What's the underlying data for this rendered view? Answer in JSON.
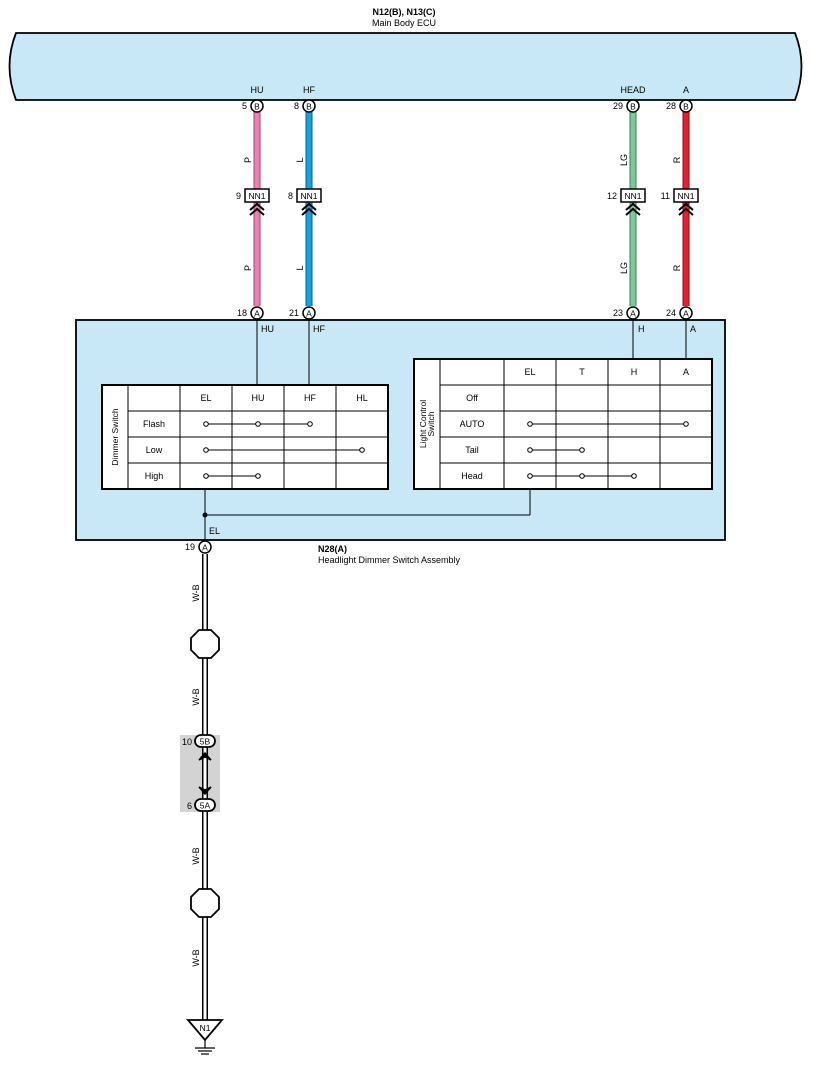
{
  "ecu": {
    "code": "N12(B), N13(C)",
    "name": "Main Body ECU",
    "pins": [
      {
        "signal": "HU",
        "num": "5",
        "conn": "B"
      },
      {
        "signal": "HF",
        "num": "8",
        "conn": "B"
      },
      {
        "signal": "HEAD",
        "num": "29",
        "conn": "B"
      },
      {
        "signal": "A",
        "num": "28",
        "conn": "B"
      }
    ]
  },
  "wires": [
    {
      "color_code": "P",
      "hex": "#f07eb0"
    },
    {
      "color_code": "L",
      "hex": "#12a3e2"
    },
    {
      "color_code": "LG",
      "hex": "#7bc89a"
    },
    {
      "color_code": "R",
      "hex": "#e5202e"
    }
  ],
  "junction": {
    "label": "NN1",
    "pins": [
      "9",
      "8",
      "12",
      "11"
    ]
  },
  "switch_assembly": {
    "code": "N28(A)",
    "name": "Headlight Dimmer Switch Assembly",
    "pins": [
      {
        "num": "18",
        "conn": "A",
        "signal": "HU"
      },
      {
        "num": "21",
        "conn": "A",
        "signal": "HF"
      },
      {
        "num": "23",
        "conn": "A",
        "signal": "H"
      },
      {
        "num": "24",
        "conn": "A",
        "signal": "A"
      }
    ],
    "ground_pin": {
      "num": "19",
      "conn": "A",
      "signal": "EL"
    },
    "background": "#c9e8f7"
  },
  "dimmer_switch": {
    "title": "Dimmer Switch",
    "columns": [
      "EL",
      "HU",
      "HF",
      "HL"
    ],
    "rows": [
      {
        "label": "Flash",
        "span": [
          0,
          2
        ],
        "dots": [
          0,
          1,
          2
        ]
      },
      {
        "label": "Low",
        "span": [
          0,
          3
        ],
        "dots": [
          0,
          3
        ]
      },
      {
        "label": "High",
        "span": [
          0,
          1
        ],
        "dots": [
          0,
          1
        ]
      }
    ]
  },
  "light_control_switch": {
    "title_line1": "Light Control",
    "title_line2": "Switch",
    "columns": [
      "EL",
      "T",
      "H",
      "A"
    ],
    "rows": [
      {
        "label": "Off",
        "span": null,
        "dots": []
      },
      {
        "label": "AUTO",
        "span": [
          0,
          3
        ],
        "dots": [
          0,
          3
        ]
      },
      {
        "label": "Tail",
        "span": [
          0,
          1
        ],
        "dots": [
          0,
          1
        ]
      },
      {
        "label": "Head",
        "span": [
          0,
          2
        ],
        "dots": [
          0,
          1,
          2
        ]
      }
    ]
  },
  "ground_wire": {
    "color_code": "W-B"
  },
  "connector_5": {
    "upper": {
      "num": "10",
      "label": "5B"
    },
    "lower": {
      "num": "6",
      "label": "5A"
    }
  },
  "ground_point": {
    "label": "N1"
  }
}
